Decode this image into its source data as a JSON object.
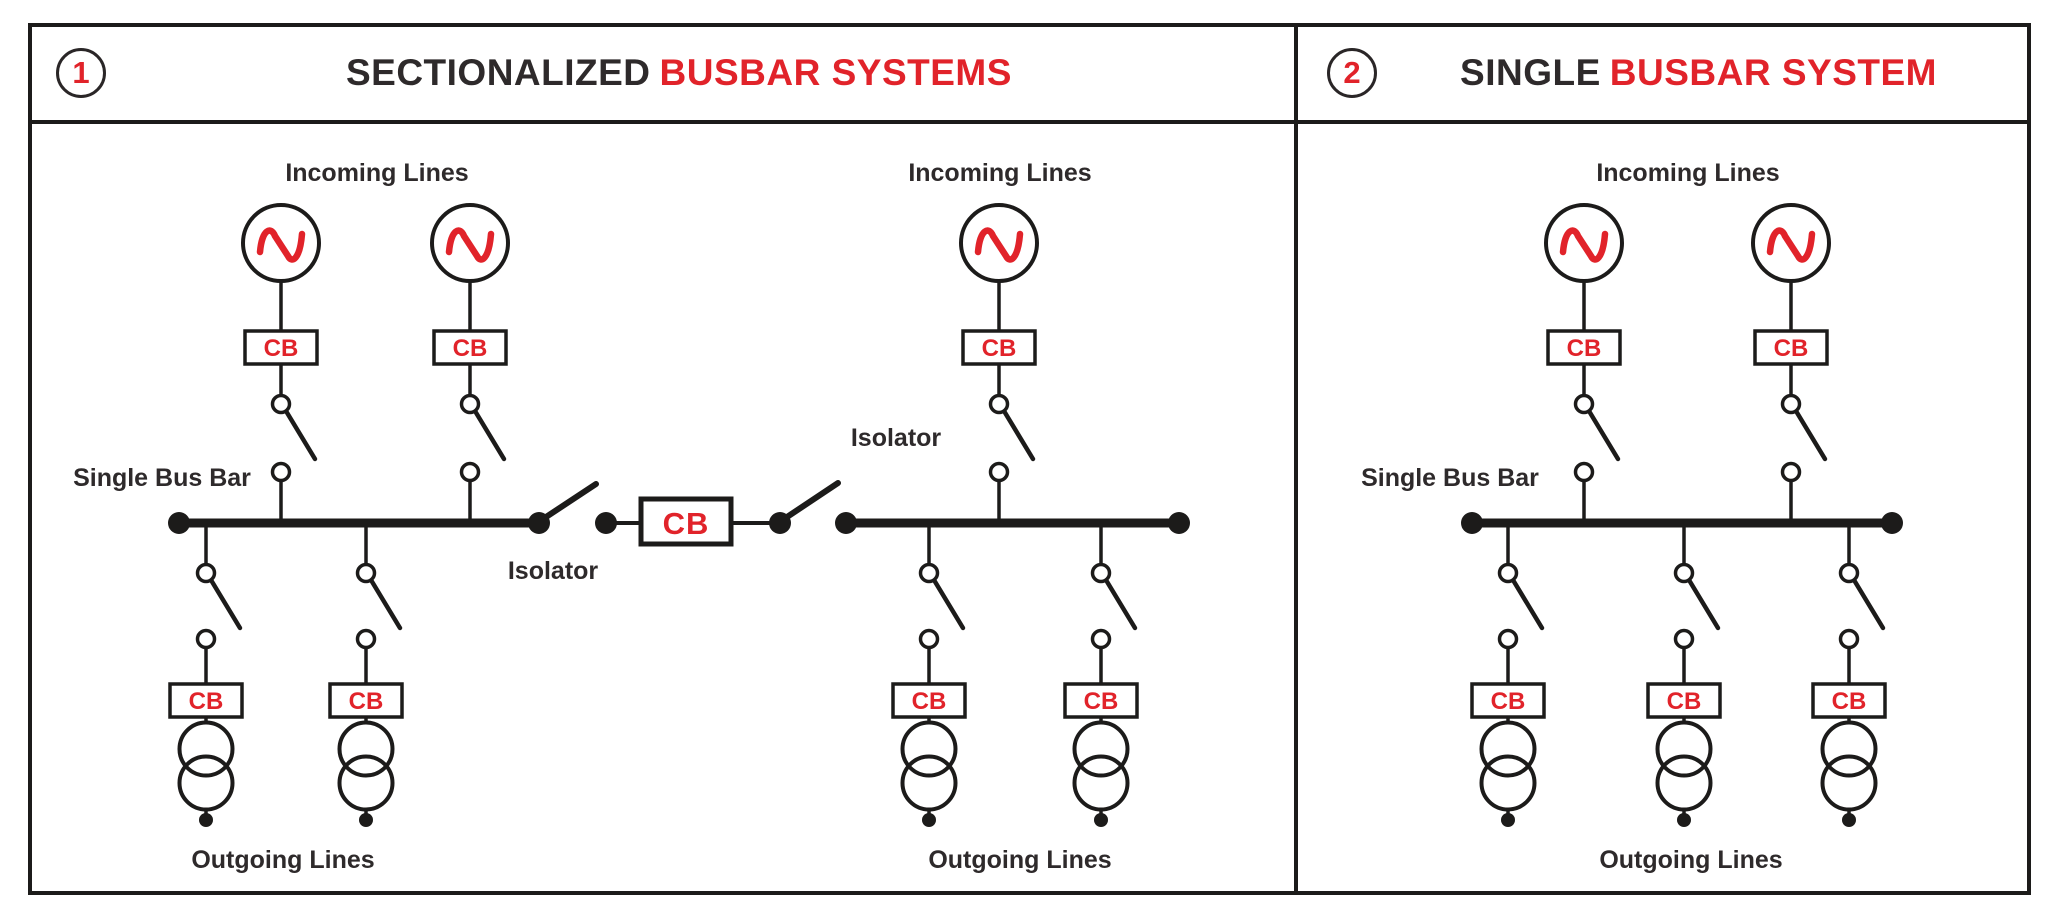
{
  "colors": {
    "red": "#E1232A",
    "dark_text": "#2E2A2B",
    "line": "#1C1B1A",
    "background": "#FFFFFF"
  },
  "panels": [
    {
      "badge": "1",
      "title": {
        "dark": "SECTIONALIZED",
        "red": "BUSBAR SYSTEMS"
      }
    },
    {
      "badge": "2",
      "title": {
        "dark": "SINGLE",
        "red": "BUSBAR SYSTEM"
      }
    }
  ],
  "labels": {
    "incoming_lines": "Incoming Lines",
    "outgoing_lines": "Outgoing Lines",
    "single_bus_bar": "Single Bus Bar",
    "isolator": "Isolator",
    "circuit_breaker": "CB"
  },
  "structure": {
    "sectionalized_busbar": {
      "bus_sections": [
        {
          "incoming_feeders": 2,
          "outgoing_feeders": 2
        },
        {
          "incoming_feeders": 1,
          "outgoing_feeders": 2
        }
      ],
      "bus_coupler": {
        "breaker": "CB",
        "isolators": 2
      }
    },
    "single_busbar": {
      "incoming_feeders": 2,
      "outgoing_feeders": 3
    }
  }
}
